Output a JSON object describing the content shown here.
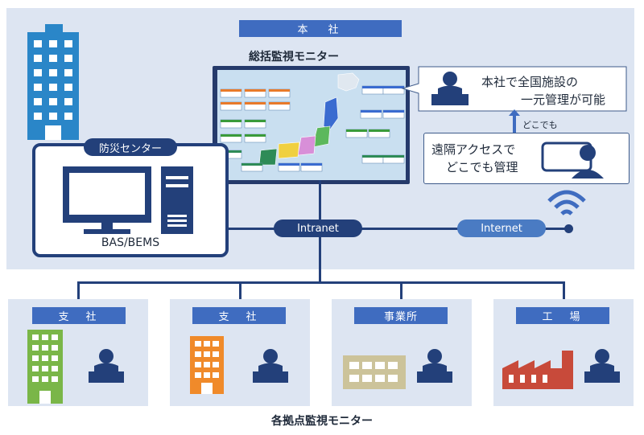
{
  "hq": {
    "label": "本　社",
    "monitor_title": "総括監視モニター",
    "bubble_top_line1": "本社で全国施設の",
    "bubble_top_line2": "一元管理が可能",
    "anywhere_label": "どこでも",
    "bubble_bottom_line1": "遠隔アクセスで",
    "bubble_bottom_line2": "どこでも管理"
  },
  "disaster_center": {
    "label": "防災センター",
    "system_label": "BAS/BEMS"
  },
  "network": {
    "intranet_label": "Intranet",
    "internet_label": "Internet"
  },
  "sites": [
    {
      "label": "支　社",
      "icon": "green-building-icon"
    },
    {
      "label": "支　社",
      "icon": "orange-building-icon"
    },
    {
      "label": "事業所",
      "icon": "office-building-icon"
    },
    {
      "label": "工　場",
      "icon": "factory-icon"
    }
  ],
  "footer": {
    "title": "各拠点監視モニター"
  },
  "colors": {
    "panel_bg": "#dde5f2",
    "tab_blue": "#3f6cc0",
    "navy": "#23407a",
    "pill_blue": "#4a7bc3"
  }
}
